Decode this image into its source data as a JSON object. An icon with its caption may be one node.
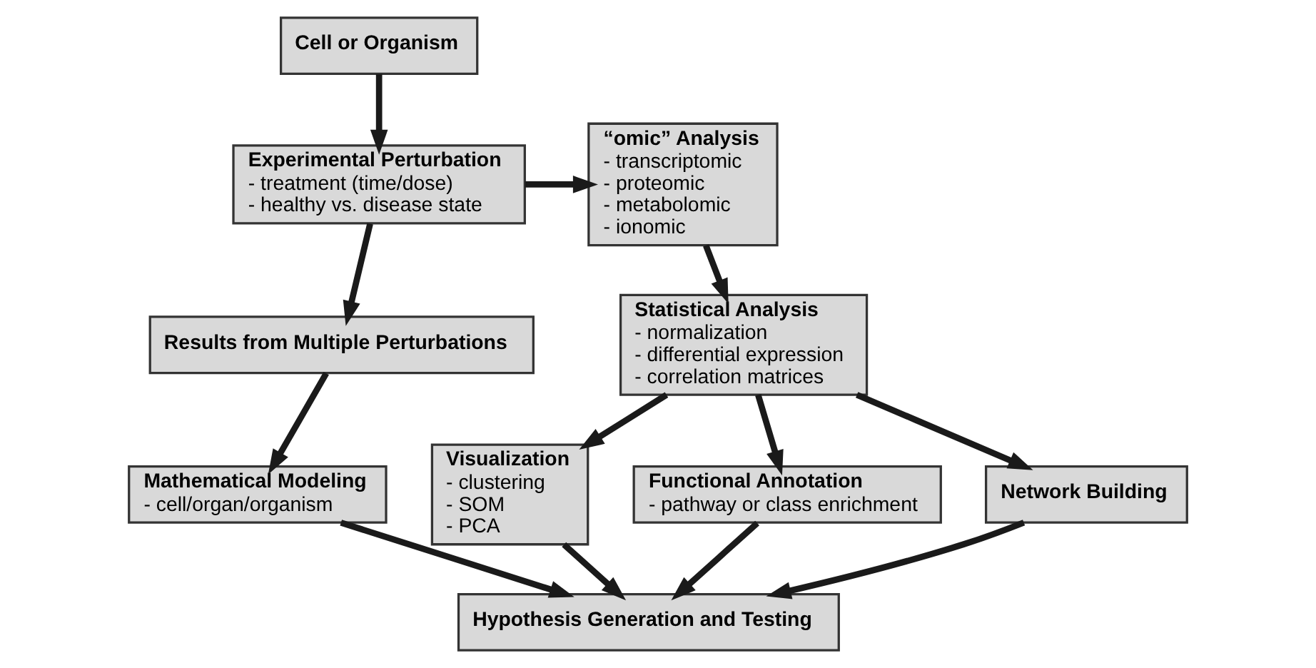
{
  "diagram": {
    "nodes": [
      {
        "text": [
          "Cell or Organism"
        ]
      },
      {
        "text": [
          "Experimental Perturbation",
          "- treatment (time/dose)",
          "- healthy vs. disease state"
        ]
      },
      {
        "text": [
          "“omic” Analysis",
          "- transcriptomic",
          "- proteomic",
          "- metabolomic",
          "- ionomic"
        ]
      },
      {
        "text": [
          "Results from Multiple Perturbations"
        ]
      },
      {
        "text": [
          "Mathematical Modeling",
          "- cell/organ/organism"
        ]
      },
      {
        "text": [
          "Statistical Analysis",
          "- normalization",
          "- differential expression",
          "- correlation matrices"
        ]
      },
      {
        "text": [
          "Visualization",
          "- clustering",
          "- SOM",
          "- PCA"
        ]
      },
      {
        "text": [
          "Functional Annotation",
          "- pathway or class enrichment"
        ]
      },
      {
        "text": [
          "Network Building"
        ]
      },
      {
        "text": [
          "Hypothesis Generation and Testing"
        ]
      }
    ],
    "edges": [
      {
        "from": 0,
        "to": 1,
        "arrow": "to"
      },
      {
        "from": 1,
        "to": 2,
        "arrow": "to"
      },
      {
        "from": 1,
        "to": 3,
        "arrow": "to"
      },
      {
        "from": 3,
        "to": 4,
        "arrow": "to"
      },
      {
        "from": 2,
        "to": 5,
        "arrow": "to"
      },
      {
        "from": 5,
        "to": 6,
        "arrow": "to"
      },
      {
        "from": 5,
        "to": 7,
        "arrow": "to"
      },
      {
        "from": 5,
        "to": 8,
        "arrow": "to"
      },
      {
        "from": 4,
        "to": 9,
        "arrow": "to"
      },
      {
        "from": 6,
        "to": 9,
        "arrow": "to"
      },
      {
        "from": 7,
        "to": 9,
        "arrow": "to"
      },
      {
        "from": 8,
        "to": 9,
        "arrow": "to"
      }
    ]
  }
}
